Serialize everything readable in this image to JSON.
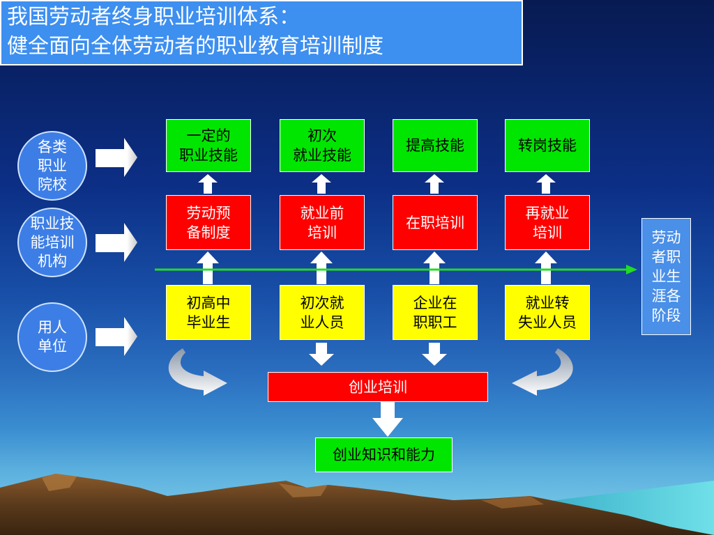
{
  "title": {
    "line1": "我国劳动者终身职业培训体系：",
    "line2": "健全面向全体劳动者的职业教育培训制度"
  },
  "left_circles": [
    {
      "label": "各类\n职业\n院校"
    },
    {
      "label": "职业技\n能培训\n机构"
    },
    {
      "label": "用人\n单位"
    }
  ],
  "skills_row": [
    {
      "label": "一定的\n职业技能"
    },
    {
      "label": "初次\n就业技能"
    },
    {
      "label": "提高技能"
    },
    {
      "label": "转岗技能"
    }
  ],
  "training_row": [
    {
      "label": "劳动预\n备制度"
    },
    {
      "label": "就业前\n培训"
    },
    {
      "label": "在职培训"
    },
    {
      "label": "再就业\n培训"
    }
  ],
  "people_row": [
    {
      "label": "初高中\n毕业生"
    },
    {
      "label": "初次就\n业人员"
    },
    {
      "label": "企业在\n职职工"
    },
    {
      "label": "就业转\n失业人员"
    }
  ],
  "career_stage": {
    "label": "劳动\n者职\n业生\n涯各\n阶段"
  },
  "entrepreneurship_training": {
    "label": "创业培训"
  },
  "entrepreneurship_result": {
    "label": "创业知识和能力"
  },
  "colors": {
    "green": "#00e600",
    "red": "#ff0000",
    "yellow": "#ffff00",
    "timeline": "#22dd22"
  }
}
